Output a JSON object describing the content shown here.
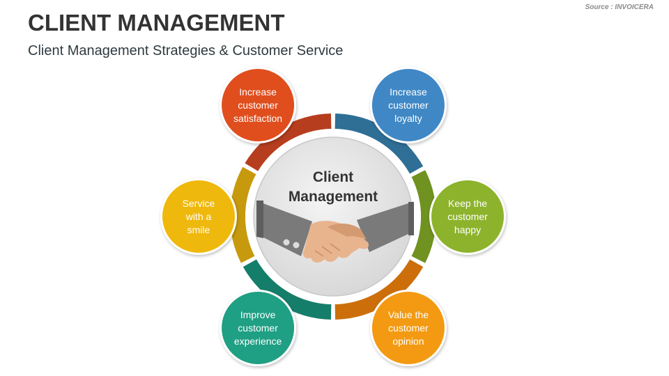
{
  "header": {
    "title": "CLIENT MANAGEMENT",
    "subtitle": "Client Management Strategies & Customer Service",
    "source": "Source : INVOICERA"
  },
  "center": {
    "lines": [
      "Client",
      "Management"
    ],
    "icon": "handshake-icon"
  },
  "items": [
    {
      "lines": [
        "Increase",
        "customer",
        "satisfaction"
      ],
      "color": "#e04e1e",
      "ring_color": "#b63e1e"
    },
    {
      "lines": [
        "Increase",
        "customer",
        "loyalty"
      ],
      "color": "#3f88c5",
      "ring_color": "#2f6f96"
    },
    {
      "lines": [
        "Keep the",
        "customer",
        "happy"
      ],
      "color": "#8db32c",
      "ring_color": "#6f9220"
    },
    {
      "lines": [
        "Value the",
        "customer",
        "opinion"
      ],
      "color": "#f39a12",
      "ring_color": "#cc6f0a"
    },
    {
      "lines": [
        "Improve",
        "customer",
        "experience"
      ],
      "color": "#1f9f83",
      "ring_color": "#157e6a"
    },
    {
      "lines": [
        "Service",
        "with a",
        "smile"
      ],
      "color": "#efb80c",
      "ring_color": "#c79a0d"
    }
  ]
}
